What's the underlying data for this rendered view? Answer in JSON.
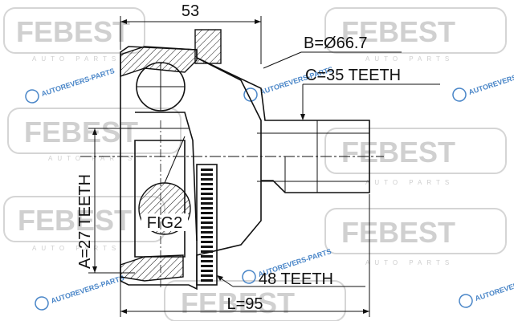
{
  "watermark": {
    "brand": "FEBEST",
    "sub": "AUTO PARTS",
    "site": "AUTOREVERS-PARTS"
  },
  "dimensions": {
    "width_top": "53",
    "outer_diameter": "B=Ø66.7",
    "outer_teeth": "C=35 TEETH",
    "inner_teeth": "A=27 TEETH",
    "abs_teeth": "48 TEETH",
    "length": "L=95"
  },
  "detail_label": "FIG2"
}
